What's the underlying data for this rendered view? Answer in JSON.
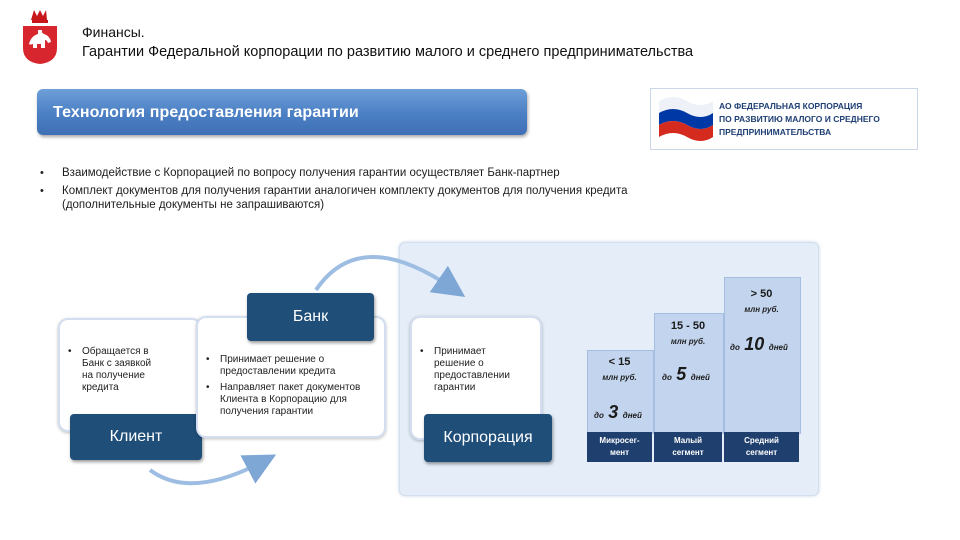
{
  "header": {
    "line1": "Финансы.",
    "line2": "Гарантии Федеральной корпорации по развитию малого и среднего предпринимательства"
  },
  "banner": {
    "title": "Технология предоставления гарантии"
  },
  "partner": {
    "line1": "АО ФЕДЕРАЛЬНАЯ КОРПОРАЦИЯ",
    "line2": "ПО РАЗВИТИЮ МАЛОГО И СРЕДНЕГО",
    "line3": "ПРЕДПРИНИМАТЕЛЬСТВА"
  },
  "bullets": [
    {
      "text": "Взаимодействие с Корпорацией по вопросу получения гарантии осуществляет Банк-партнер"
    },
    {
      "text": "Комплект документов для получения гарантии аналогичен комплекту документов для получения кредита",
      "text2": "(дополнительные документы не запрашиваются)"
    }
  ],
  "client": {
    "items": [
      "Обращается в",
      "Банк с заявкой",
      "на получение",
      "кредита"
    ],
    "label": "Клиент"
  },
  "bank": {
    "label": "Банк",
    "item1": [
      "Принимает решение о",
      "предоставлении кредита"
    ],
    "item2": [
      "Направляет пакет документов",
      "Клиента в Корпорацию для",
      "получения гарантии"
    ]
  },
  "corporation": {
    "items": [
      "Принимает",
      "решение о",
      "предоставлении",
      "гарантии"
    ],
    "label": "Корпорация"
  },
  "segments": [
    {
      "amount": "< 15",
      "unit": "млн руб.",
      "days_prefix": "до",
      "days": "3",
      "days_unit": "дней",
      "name1": "Микросег-",
      "name2": "мент"
    },
    {
      "amount": "15 - 50",
      "unit": "млн руб.",
      "days_prefix": "до",
      "days": "5",
      "days_unit": "дней",
      "name1": "Малый",
      "name2": "сегмент"
    },
    {
      "amount": "> 50",
      "unit": "млн руб.",
      "days_prefix": "до",
      "days": "10",
      "days_unit": "дней",
      "name1": "Средний",
      "name2": "сегмент"
    }
  ],
  "colors": {
    "navy": "#1f4e79",
    "banner": "#4b7fc4",
    "bar": "#c3d5ee",
    "region": "#e4edf8",
    "flag_red": "#d52b1e",
    "flag_blue": "#0039a6"
  },
  "icons": {
    "region_emblem": "perm-krai-bear-emblem",
    "flag": "russian-flag"
  }
}
